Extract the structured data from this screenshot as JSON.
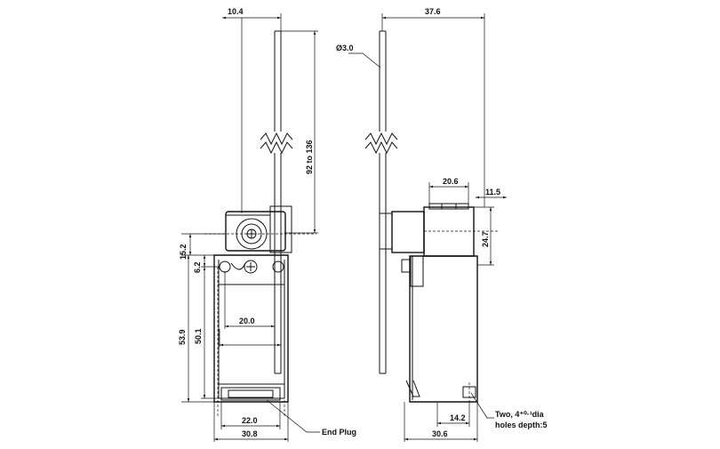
{
  "front_view": {
    "dims": {
      "lever_offset": "10.4",
      "lever_length": "92 to 136",
      "head_height": "15.2",
      "mount_offset": "6.2",
      "body_height": "53.9",
      "hole_spacing_v": "50.1",
      "hole_spacing_h_inner": "20.0",
      "hole_spacing_h": "22.0",
      "plug_width": "22.0",
      "body_width": "30.8"
    },
    "labels": {
      "end_plug": "End Plug"
    }
  },
  "side_view": {
    "dims": {
      "lever_reach": "37.6",
      "rod_diameter": "Ø3.0",
      "head_width": "20.6",
      "head_offset": "11.5",
      "head_height": "24.7",
      "hole_offset": "14.2",
      "body_depth": "30.6"
    },
    "labels": {
      "holes_line1": "Two, 4⁺⁰·¹dia",
      "holes_line2": "holes depth:5"
    }
  }
}
